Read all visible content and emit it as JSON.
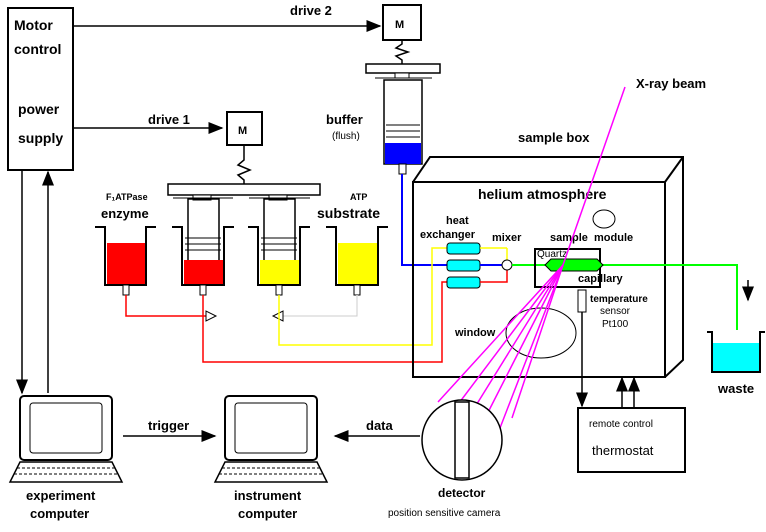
{
  "labels": {
    "motor_control": [
      "Motor",
      "control"
    ],
    "power_supply": [
      "power",
      "supply"
    ],
    "drive1": "drive 1",
    "drive2": "drive 2",
    "motor": "M",
    "buffer": "buffer",
    "flush": "(flush)",
    "enzyme_small": "F₁ATPase",
    "enzyme": "enzyme",
    "atp": "ATP",
    "substrate": "substrate",
    "xray": "X-ray beam",
    "sample_box": "sample box",
    "helium": "helium atmosphere",
    "heat_exchanger": [
      "heat",
      "exchanger"
    ],
    "mixer": "mixer",
    "sample_module": "sample  module",
    "quartz": "Quartz",
    "capillary": "capillary",
    "temp_sensor": [
      "temperature",
      "sensor",
      "Pt100"
    ],
    "window": "window",
    "waste": "waste",
    "remote_control": "remote control",
    "thermostat": "thermostat",
    "trigger": "trigger",
    "data": "data",
    "experiment_computer": [
      "experiment",
      "computer"
    ],
    "instrument_computer": [
      "instrument",
      "computer"
    ],
    "detector": "detector",
    "camera": "position sensitive camera"
  },
  "colors": {
    "enzyme": "#ff0000",
    "substrate": "#ffff00",
    "buffer": "#0000ff",
    "sample": "#00ff00",
    "xray": "#ff00ff",
    "heat_exchanger": "#00ffff",
    "waste": "#00ffff"
  }
}
